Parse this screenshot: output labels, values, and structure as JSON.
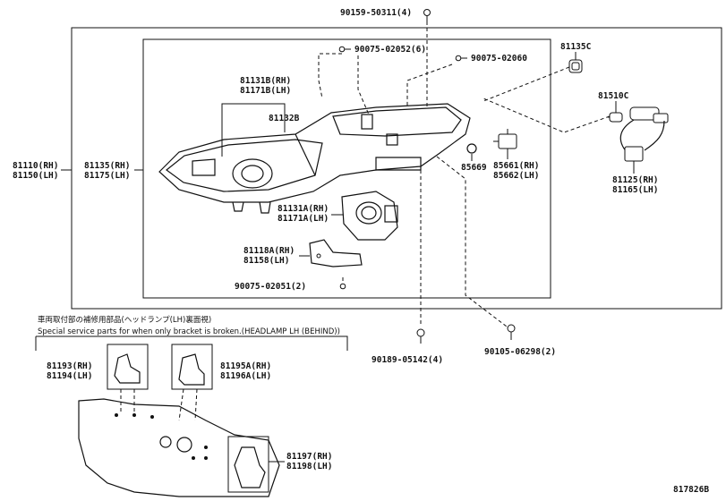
{
  "labels": {
    "p90159": "90159-50311(4)",
    "p90075_a": "90075-02052(6)",
    "p90075_b": "90075-02060",
    "p81135c": "81135C",
    "p81510c": "81510C",
    "p81131b_rh": "81131B(RH)",
    "p81171b_lh": "81171B(LH)",
    "p81132b": "81132B",
    "p81110_rh": "81110(RH)",
    "p81150_lh": "81150(LH)",
    "p81135_rh": "81135(RH)",
    "p81175_lh": "81175(LH)",
    "p85669": "85669",
    "p85661_rh": "85661(RH)",
    "p85662_lh": "85662(LH)",
    "p81125_rh": "81125(RH)",
    "p81165_lh": "81165(LH)",
    "p81131a_rh": "81131A(RH)",
    "p81171a_lh": "81171A(LH)",
    "p81118a_rh": "81118A(RH)",
    "p81158_lh": "81158(LH)",
    "p90075_c": "90075-02051(2)",
    "p90189": "90189-05142(4)",
    "p90105": "90105-06298(2)",
    "p81193_rh": "81193(RH)",
    "p81194_lh": "81194(LH)",
    "p81195a_rh": "81195A(RH)",
    "p81196a_lh": "81196A(LH)",
    "p81197_rh": "81197(RH)",
    "p81198_lh": "81198(LH)"
  },
  "notes": {
    "jp": "車両取付部の補修用部品(ヘッドランプ(LH)裏面視)",
    "en": "Special service parts for when only bracket is broken.(HEADLAMP LH (BEHIND))"
  },
  "figure_id": "817826B"
}
